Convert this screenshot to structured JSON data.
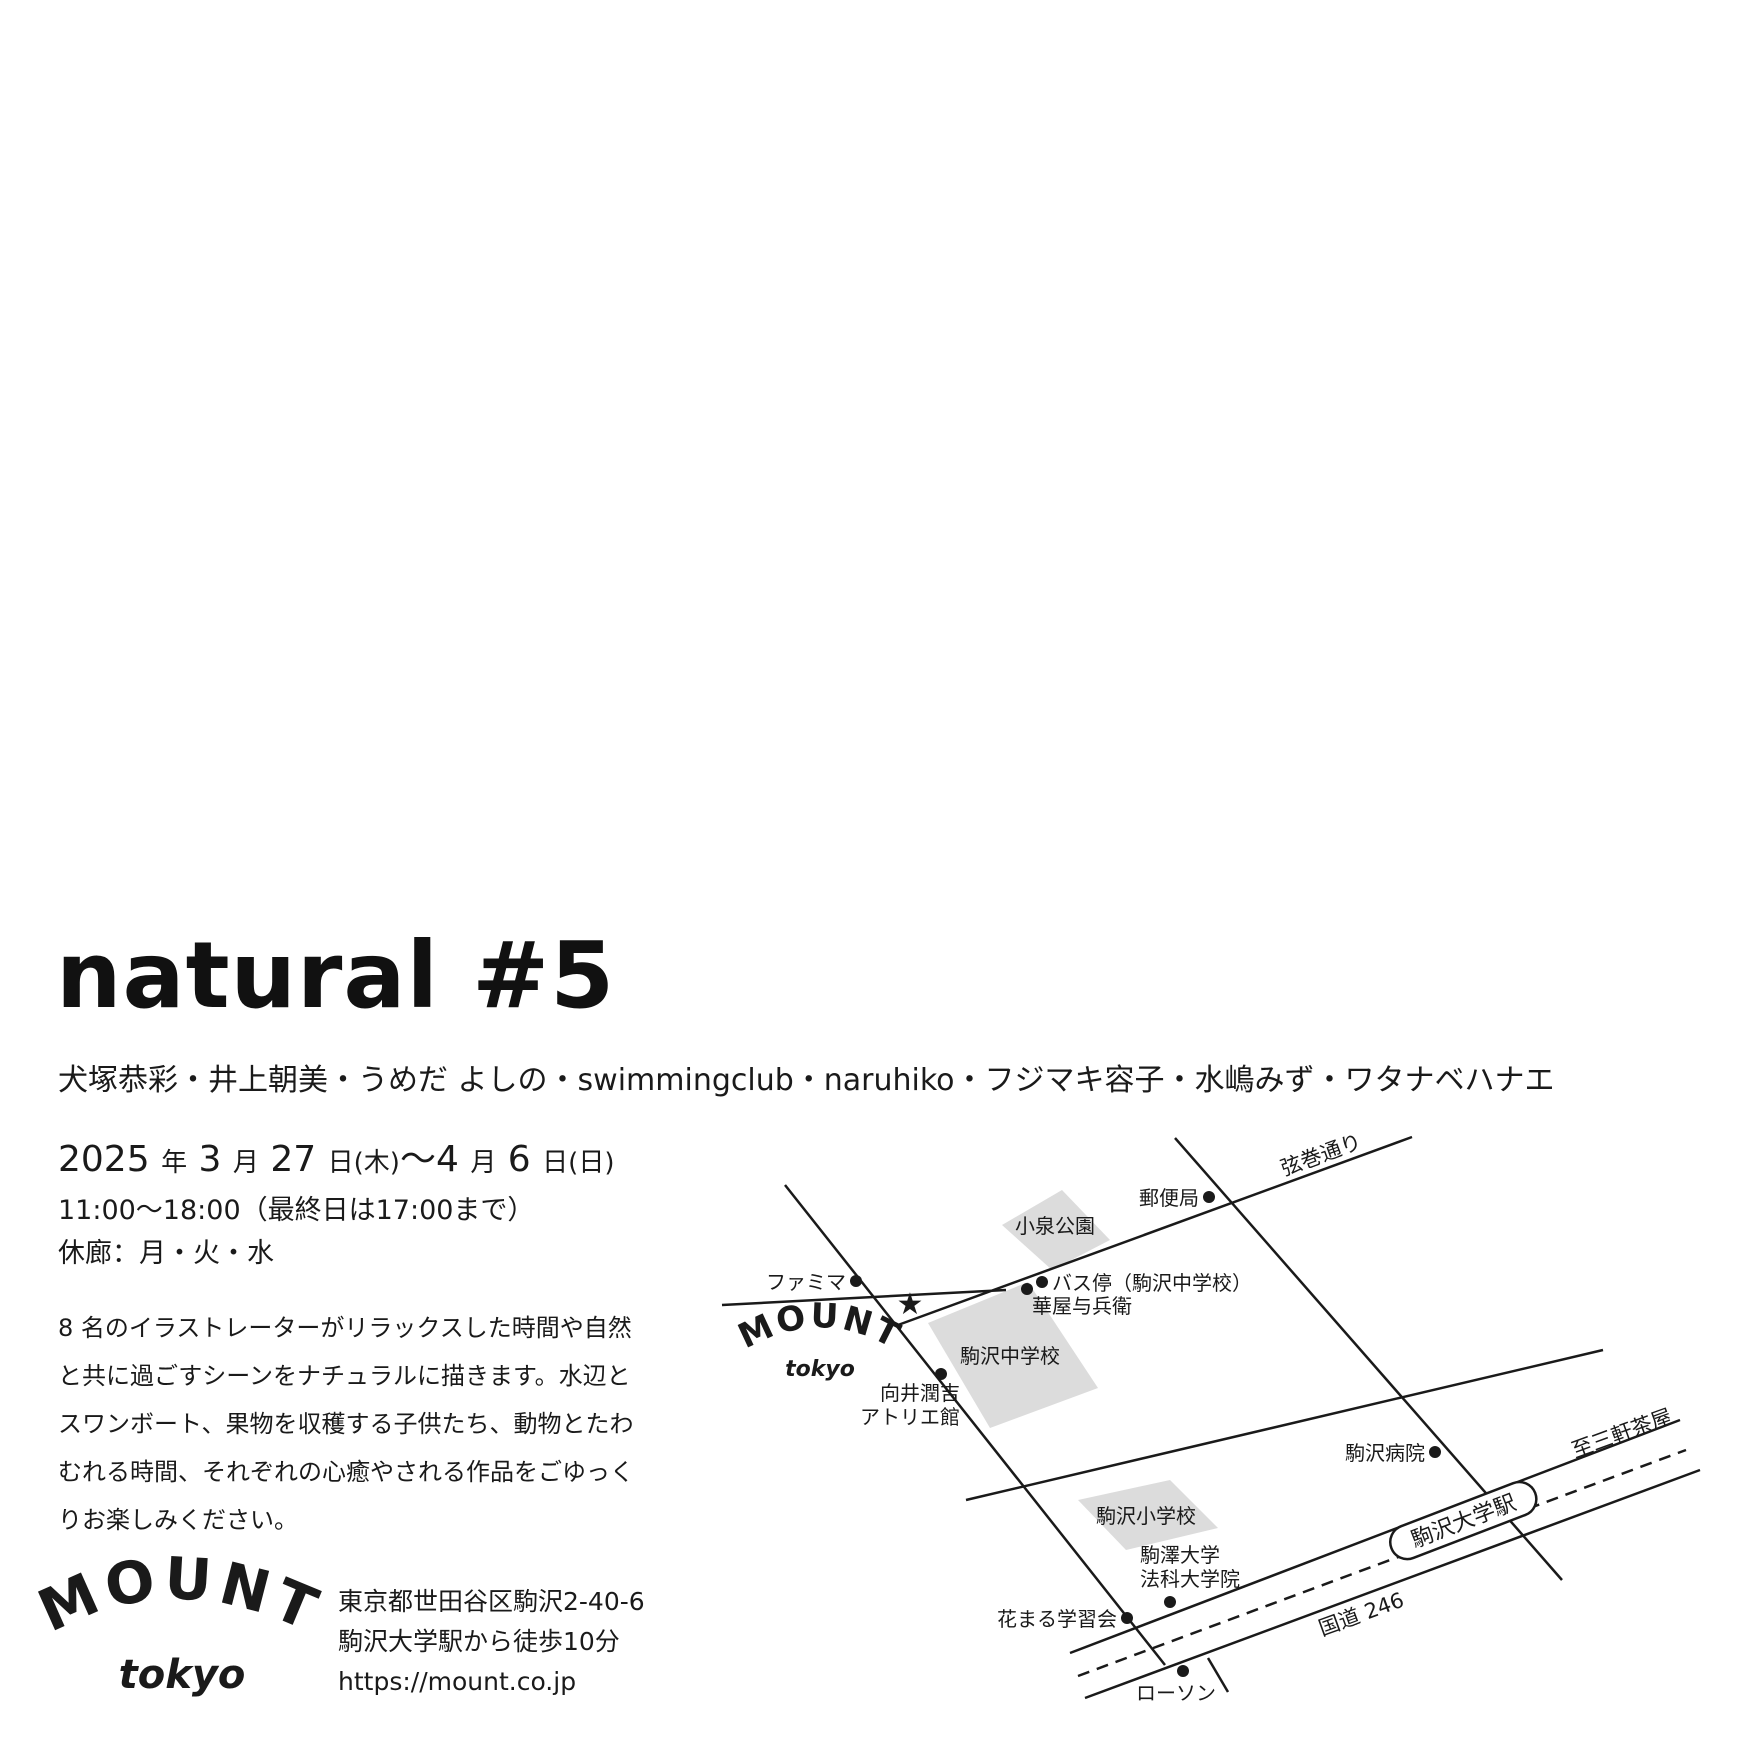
{
  "exhibition": {
    "title": "natural #5",
    "artists": "犬塚恭彩・井上朝美・うめだ よしの・swimmingclub・naruhiko・フジマキ容子・水嶋みず・ワタナベハナエ",
    "dates": {
      "year": "2025",
      "year_unit": "年",
      "start_month": "3",
      "month_unit": "月",
      "start_day": "27",
      "day_unit": "日",
      "start_weekday": "(木)",
      "tilde": "〜",
      "end_month": "4",
      "end_day": "6",
      "end_weekday": "(日)"
    },
    "hours": "11:00〜18:00（最終日は17:00まで）",
    "closed": "休廊：月・火・水",
    "description": [
      "8 名のイラストレーターがリラックスした時間や自然",
      "と共に過ごすシーンをナチュラルに描きます。水辺と",
      "スワンボート、果物を収穫する子供たち、動物とたわ",
      "むれる時間、それぞれの心癒やされる作品をごゆっく",
      "りお楽しみください。"
    ]
  },
  "gallery": {
    "logo_main": "MOUNT",
    "logo_sub": "tokyo",
    "address": "東京都世田谷区駒沢2-40-6",
    "access": "駒沢大学駅から徒歩10分",
    "url": "https://mount.co.jp"
  },
  "map": {
    "streets": {
      "tsurumaki": "弦巻通り",
      "route246": "国道 246",
      "to_sangenjaya": "至三軒茶屋"
    },
    "station": "駒沢大学駅",
    "parks_schools": {
      "koizumi_park": "小泉公園",
      "komazawa_jhs": "駒沢中学校",
      "komazawa_elem": "駒沢小学校"
    },
    "landmarks": {
      "post_office": "郵便局",
      "familymart": "ファミマ",
      "bus_stop": "バス停（駒沢中学校）",
      "hanaya": "華屋与兵衛",
      "mukai_1": "向井潤吉",
      "mukai_2": "アトリエ館",
      "hospital": "駒沢病院",
      "university_1": "駒澤大学",
      "university_2": "法科大学院",
      "hanamaru": "花まる学習会",
      "lawson": "ローソン"
    },
    "gallery_logo_main": "MOUNT",
    "gallery_logo_sub": "tokyo",
    "gallery_marker": "★"
  }
}
